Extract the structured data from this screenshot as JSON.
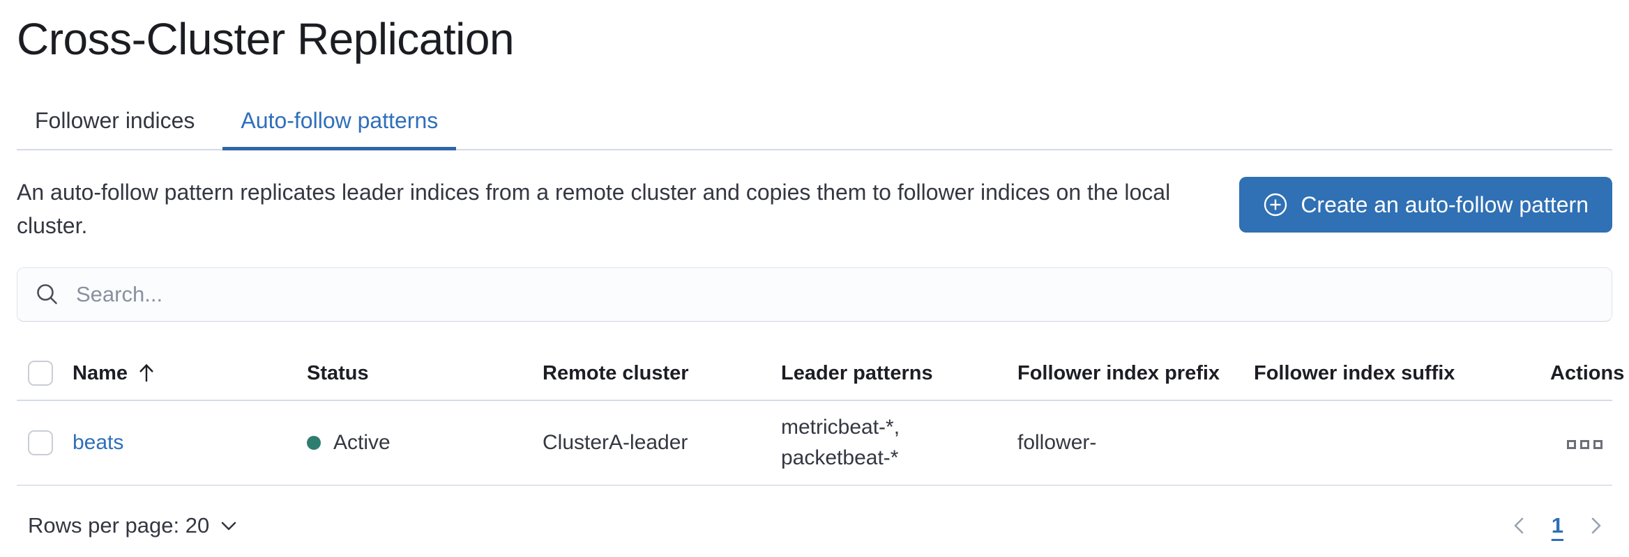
{
  "page": {
    "title": "Cross-Cluster Replication"
  },
  "tabs": {
    "follower_indices": {
      "label": "Follower indices",
      "active": false
    },
    "auto_follow_patterns": {
      "label": "Auto-follow patterns",
      "active": true
    }
  },
  "intro": {
    "description": "An auto-follow pattern replicates leader indices from a remote cluster and copies them to follower indices on the local cluster.",
    "create_button": {
      "label": "Create an auto-follow pattern",
      "icon": "plus-in-circle-icon"
    }
  },
  "search": {
    "placeholder": "Search...",
    "value": "",
    "icon": "search-icon"
  },
  "table": {
    "sort": {
      "column": "Name",
      "direction": "ascending",
      "icon": "arrow-up-icon"
    },
    "columns": {
      "name": "Name",
      "status": "Status",
      "remote_cluster": "Remote cluster",
      "leader_patterns": "Leader patterns",
      "follower_index_prefix": "Follower index prefix",
      "follower_index_suffix": "Follower index suffix",
      "actions": "Actions"
    },
    "rows": [
      {
        "name": "beats",
        "status": "Active",
        "remote_cluster": "ClusterA-leader",
        "leader_patterns_line1": "metricbeat-*,",
        "leader_patterns_line2": "packetbeat-*",
        "follower_index_prefix": "follower-",
        "follower_index_suffix": "",
        "actions_icon": "boxes-horizontal-icon"
      }
    ]
  },
  "footer": {
    "rows_per_page": "Rows per page: 20",
    "current_page": "1",
    "prev_icon": "chevron-left-icon",
    "next_icon": "chevron-right-icon"
  },
  "colors": {
    "primary_button": "#3070b4",
    "active_tab_text": "#2f6fba",
    "active_tab_underline": "#2e66ab",
    "link": "#2e6fb8",
    "status_active_dot": "#2e7d71",
    "tab_bar_border": "#d3dae6",
    "table_border": "#dfe3ee",
    "search_background": "#fbfcfd"
  }
}
